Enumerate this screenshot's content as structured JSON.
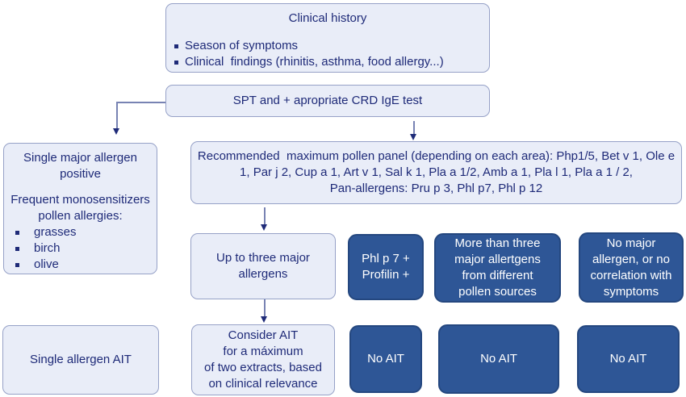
{
  "diagram": {
    "clinical_history": {
      "title": "Clinical history",
      "bullets": [
        "Season of symptoms",
        "Clinical  findings (rhinitis, asthma, food allergy...)"
      ]
    },
    "spt_test": {
      "label": "SPT and + apropriate CRD IgE test"
    },
    "single_major_allergen": {
      "heading": "Single major allergen positive",
      "subheading": "Frequent monosensitizers pollen allergies:",
      "bullets": [
        "grasses",
        "birch",
        "olive"
      ]
    },
    "recommended_panel": {
      "text": "Recommended  maximum pollen panel (depending on each area): Php1/5, Bet v 1, Ole e\n1, Par j 2, Cup a 1, Art v 1, Sal k 1, Pla a 1/2, Amb a 1, Pla l 1, Pla a 1 / 2,\nPan-allergens: Pru p 3, Phl p7, Phl p 12"
    },
    "up_to_three": {
      "label": "Up to three major\nallergens"
    },
    "phl_p7_profilin": {
      "label": "Phl p 7 +\nProfilin +"
    },
    "more_than_three": {
      "label": "More than three\nmajor allertgens\nfrom different\npollen sources"
    },
    "no_major_allergen": {
      "label": "No major\nallergen, or no\ncorrelation with\nsymptoms"
    },
    "single_allergen_ait": {
      "label": "Single allergen AIT"
    },
    "consider_ait": {
      "label": "Consider AIT\nfor a máximum\nof two extracts, based\non clinical relevance"
    },
    "no_ait_1": {
      "label": "No AIT"
    },
    "no_ait_2": {
      "label": "No AIT"
    },
    "no_ait_3": {
      "label": "No AIT"
    }
  },
  "colors": {
    "light_box_fill": "#E9EDF8",
    "light_box_border": "#96A1C7",
    "dark_box_fill": "#2E5696",
    "dark_box_border": "#24477F",
    "text_navy": "#1E2A78",
    "text_white": "#FFFFFF",
    "connector_line": "#7883B3",
    "arrow_head": "#1E2A78"
  }
}
